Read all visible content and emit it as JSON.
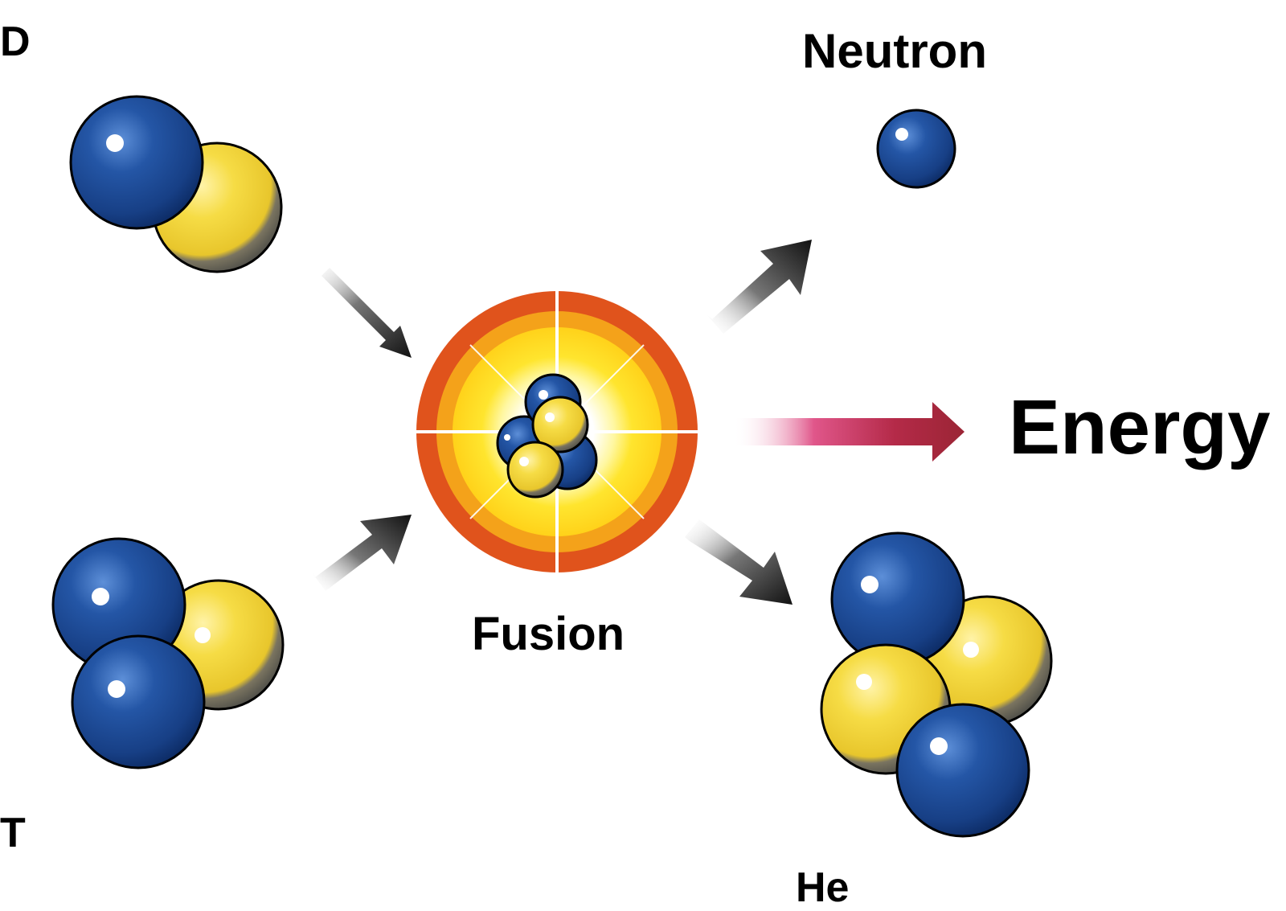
{
  "labels": {
    "deuterium": "D",
    "tritium": "T",
    "neutron": "Neutron",
    "fusion": "Fusion",
    "energy": "Energy",
    "helium": "He"
  },
  "particle_counts": {
    "deuterium": {
      "protons": 1,
      "neutrons": 1
    },
    "tritium": {
      "protons": 1,
      "neutrons": 2
    },
    "helium": {
      "protons": 2,
      "neutrons": 2
    },
    "neutron": {
      "neutrons": 1
    }
  },
  "colors": {
    "neutron": "#1c4a96",
    "neutron_dark": "#0d2c66",
    "proton": "#f2d33a",
    "proton_shadow": "#5a5a52",
    "arrow": "#111111",
    "energy_arrow": "#9b2535",
    "burst_outer": "#e0531c",
    "burst_mid": "#f4a21a",
    "burst_inner": "#ffe23a",
    "burst_core": "#ffffff"
  }
}
